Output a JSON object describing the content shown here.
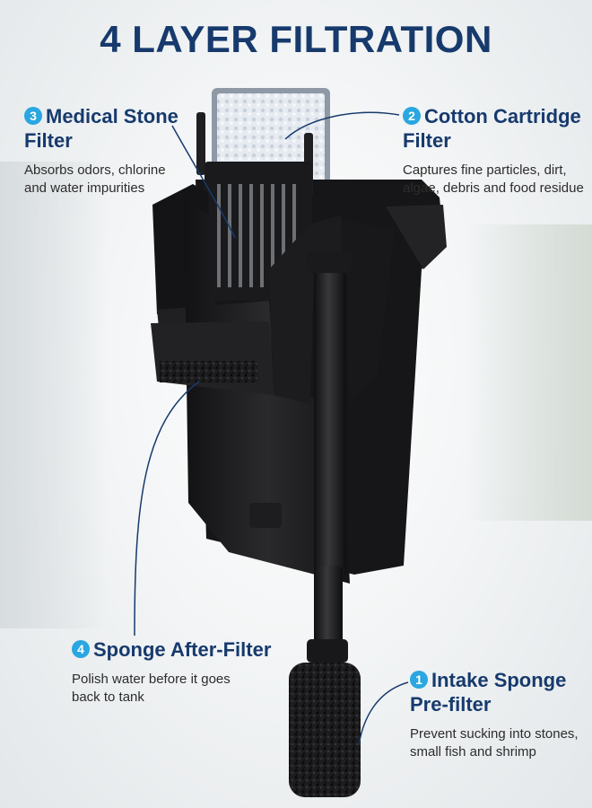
{
  "title": "4 LAYER FILTRATION",
  "callouts": {
    "medical_stone": {
      "number": "3",
      "heading_line1": "Medical Stone",
      "heading_line2": "Filter",
      "desc_line1": "Absorbs odors, chlorine",
      "desc_line2": "and water impurities"
    },
    "cotton_cartridge": {
      "number": "2",
      "heading_line1": "Cotton Cartridge",
      "heading_line2": "Filter",
      "desc_line1": "Captures fine particles, dirt,",
      "desc_line2": "algae, debris and food residue"
    },
    "sponge_after": {
      "number": "4",
      "heading_line1": "Sponge After-Filter",
      "desc_line1": "Polish water before it goes",
      "desc_line2": "back to tank"
    },
    "intake_sponge": {
      "number": "1",
      "heading_line1": "Intake Sponge",
      "heading_line2": "Pre-filter",
      "desc_line1": "Prevent sucking into stones,",
      "desc_line2": "small fish and shrimp"
    }
  },
  "colors": {
    "title": "#173a6d",
    "badge": "#2aa7e0",
    "body_text": "#2c2c2c",
    "filter_body": "#1b1b1d"
  }
}
